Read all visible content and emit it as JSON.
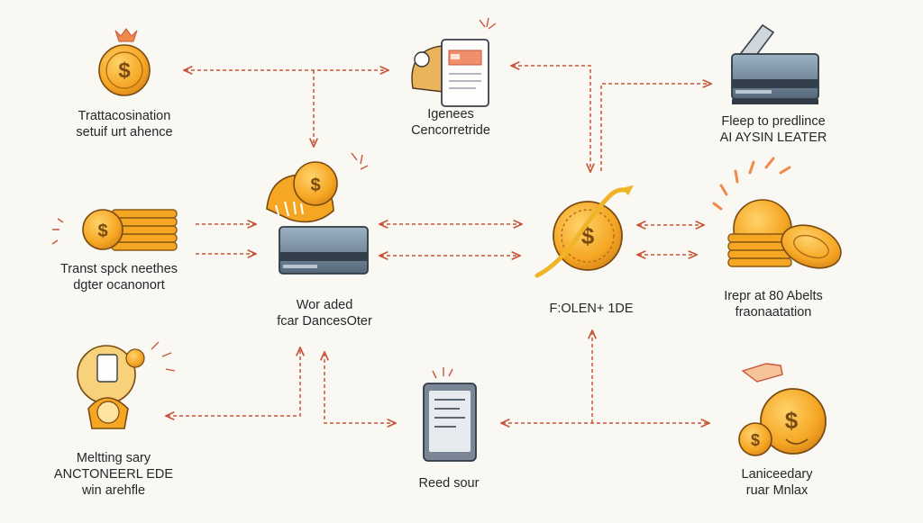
{
  "colors": {
    "background": "#f9f8f3",
    "coin": "#f5a623",
    "coin_dark": "#c57a12",
    "arrow": "#c8553a",
    "device": "#4b5d6d",
    "text": "#26262c"
  },
  "nodes": [
    {
      "id": "top-left",
      "icon": "coin-icon",
      "lines": [
        "Trattacosination",
        "setuif urt ahence"
      ]
    },
    {
      "id": "top-center",
      "icon": "document-icon",
      "lines": [
        "Igenees",
        "Cencorretride"
      ]
    },
    {
      "id": "top-right",
      "icon": "printer-icon",
      "lines": [
        "Fleep to predlince",
        "AI AYSIN LEATER"
      ]
    },
    {
      "id": "mid-left",
      "icon": "coin-stack-icon",
      "lines": [
        "Transt spck neethes",
        "dgter ocanonort"
      ]
    },
    {
      "id": "mid-center-left",
      "icon": "server-coin-icon",
      "lines": [
        "Wor aded",
        "fcar DancesOter"
      ]
    },
    {
      "id": "mid-center-right",
      "icon": "coin-swirl-icon",
      "lines": [
        "F:OLEN+ 1DE"
      ]
    },
    {
      "id": "mid-right",
      "icon": "coin-pile-icon",
      "lines": [
        "Irepr at 80 Abelts",
        "fraonaatation"
      ]
    },
    {
      "id": "bottom-left",
      "icon": "person-coin-icon",
      "lines": [
        "Meltting sary",
        "ANCTONEERL EDE",
        "win arehfle"
      ]
    },
    {
      "id": "bottom-center",
      "icon": "tablet-icon",
      "lines": [
        "Reed sour"
      ]
    },
    {
      "id": "bottom-right",
      "icon": "coins-icon",
      "lines": [
        "Laniceedary",
        "ruar Mnlax"
      ]
    }
  ]
}
